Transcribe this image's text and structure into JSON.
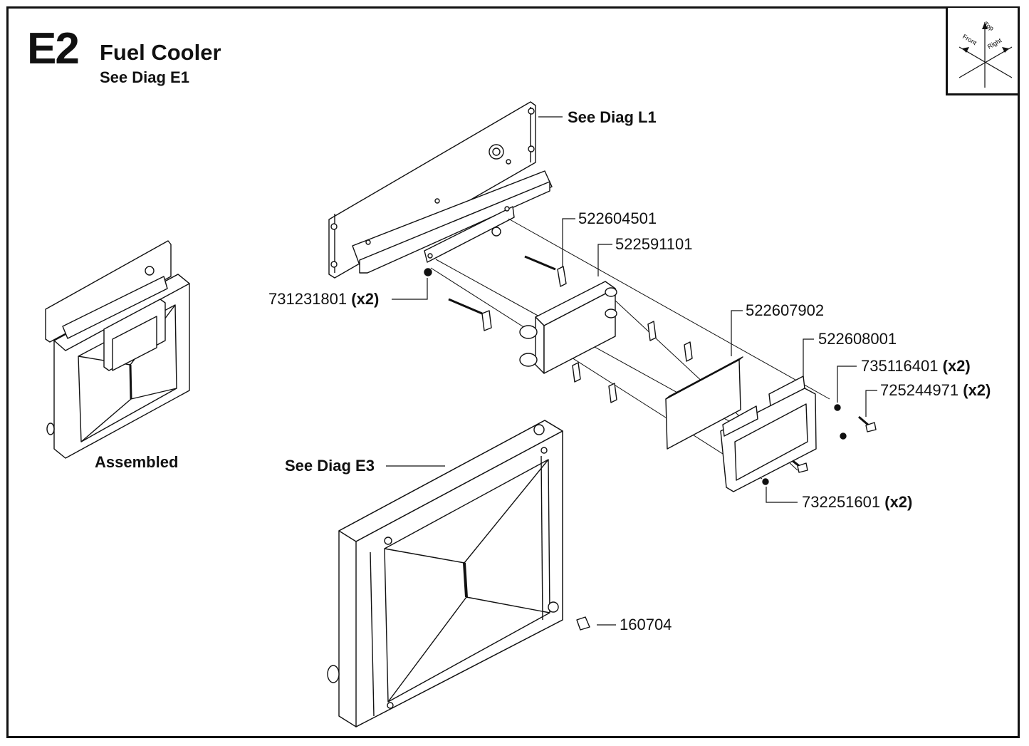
{
  "header": {
    "code": "E2",
    "title": "Fuel Cooler",
    "subtitle": "See Diag E1"
  },
  "orientation": {
    "top": "Top",
    "front": "Front",
    "right": "Right"
  },
  "labels": {
    "see_diag_l1": "See Diag L1",
    "see_diag_e3": "See Diag E3",
    "assembled": "Assembled"
  },
  "callouts": [
    {
      "part": "522604501",
      "qty": ""
    },
    {
      "part": "522591101",
      "qty": ""
    },
    {
      "part": "731231801",
      "qty": "(x2)"
    },
    {
      "part": "522607902",
      "qty": ""
    },
    {
      "part": "522608001",
      "qty": ""
    },
    {
      "part": "735116401",
      "qty": "(x2)"
    },
    {
      "part": "725244971",
      "qty": "(x2)"
    },
    {
      "part": "732251601",
      "qty": "(x2)"
    },
    {
      "part": "160704",
      "qty": ""
    }
  ]
}
